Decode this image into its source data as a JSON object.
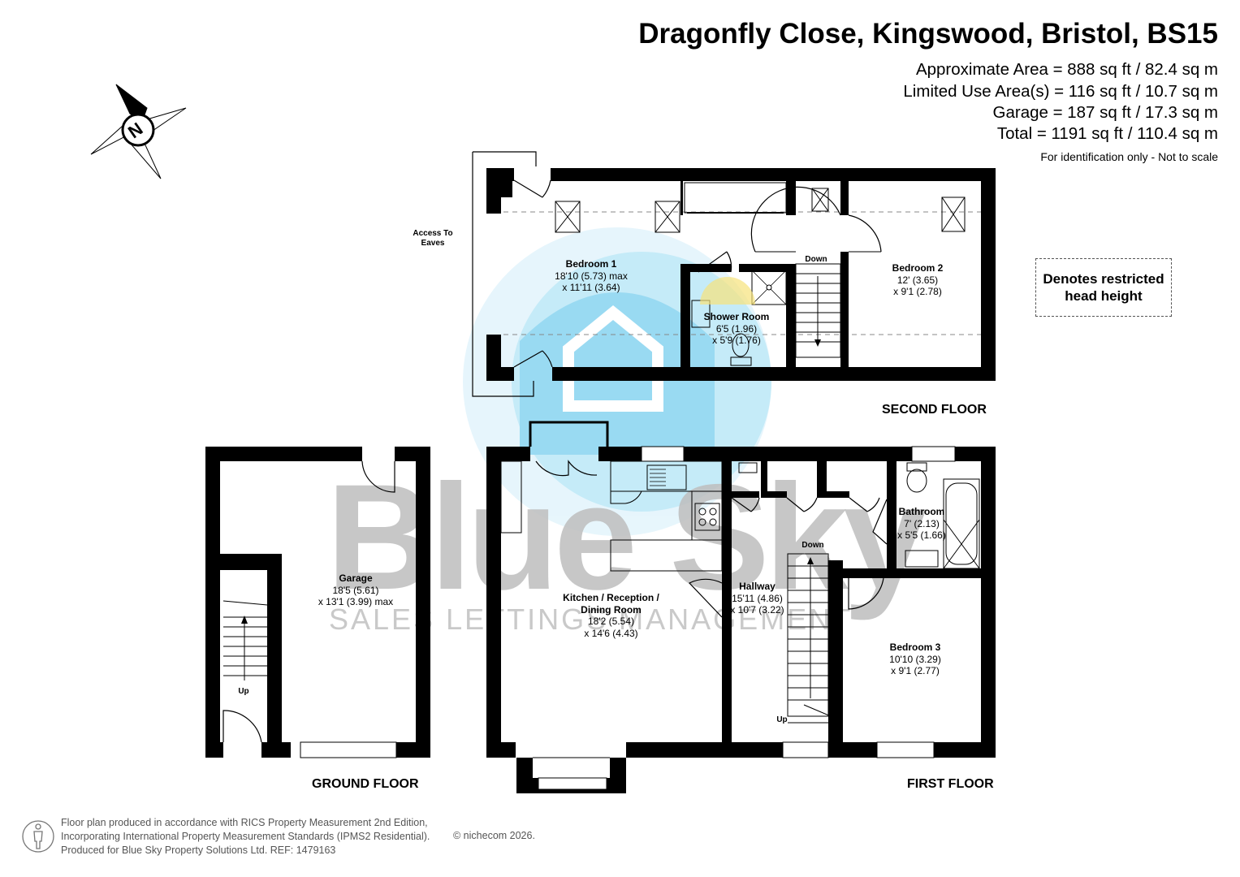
{
  "header": {
    "title": "Dragonfly Close, Kingswood, Bristol, BS15",
    "areas": [
      "Approximate Area = 888 sq ft / 82.4 sq m",
      "Limited Use Area(s) = 116 sq ft / 10.7 sq m",
      "Garage = 187 sq ft / 17.3 sq m",
      "Total = 1191 sq ft / 110.4 sq m"
    ],
    "note": "For identification only - Not to scale"
  },
  "legend": {
    "line1": "Denotes restricted",
    "line2": "head height"
  },
  "compass": {
    "label": "N"
  },
  "watermark": {
    "brand": "Blue Sky",
    "tagline": "SALES LETTINGS MANAGEMENT",
    "colors": {
      "grey": "#bdbdbd",
      "blue": "#7fd0ef",
      "light_blue": "#c8ecf8"
    }
  },
  "floors": {
    "second": {
      "label": "SECOND FLOOR",
      "rooms": {
        "bedroom1": {
          "name": "Bedroom 1",
          "dim1": "18'10 (5.73) max",
          "dim2": "x 11'11 (3.64)"
        },
        "shower": {
          "name": "Shower Room",
          "dim1": "6'5 (1.96)",
          "dim2": "x 5'9 (1.76)"
        },
        "bedroom2": {
          "name": "Bedroom 2",
          "dim1": "12' (3.65)",
          "dim2": "x 9'1 (2.78)"
        }
      },
      "access_line1": "Access To",
      "access_line2": "Eaves",
      "stairs_label": "Down"
    },
    "ground": {
      "label": "GROUND FLOOR",
      "rooms": {
        "garage": {
          "name": "Garage",
          "dim1": "18'5 (5.61)",
          "dim2": "x 13'1 (3.99) max"
        }
      },
      "stairs_label": "Up"
    },
    "first": {
      "label": "FIRST FLOOR",
      "rooms": {
        "kitchen": {
          "name1": "Kitchen / Reception /",
          "name2": "Dining Room",
          "dim1": "18'2 (5.54)",
          "dim2": "x 14'6 (4.43)"
        },
        "hallway": {
          "name": "Hallway",
          "dim1": "15'11 (4.86)",
          "dim2": "x 10'7 (3.22)"
        },
        "bathroom": {
          "name": "Bathroom",
          "dim1": "7' (2.13)",
          "dim2": "x 5'5 (1.66)"
        },
        "bedroom3": {
          "name": "Bedroom 3",
          "dim1": "10'10 (3.29)",
          "dim2": "x 9'1 (2.77)"
        }
      },
      "stairs_down": "Down",
      "stairs_up": "Up"
    }
  },
  "footer": {
    "line1": "Floor plan produced in accordance with RICS Property Measurement 2nd Edition,",
    "line2": "Incorporating International Property Measurement Standards (IPMS2 Residential).",
    "line3": "Produced for Blue Sky Property Solutions Ltd.   REF:  1479163",
    "credit": "© nichecom 2026."
  }
}
